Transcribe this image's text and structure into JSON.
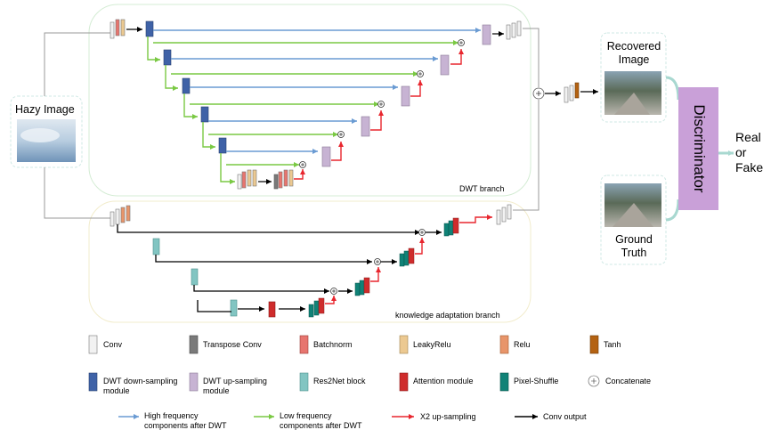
{
  "input": {
    "label": "Hazy Image"
  },
  "branches": {
    "dwt": "DWT branch",
    "knowledge": "knowledge adaptation branch"
  },
  "outputs": {
    "recovered": "Recovered\nImage",
    "ground_truth": "Ground\nTruth",
    "discriminator": "Discriminator",
    "verdict": "Real\nor\nFake"
  },
  "legend": {
    "blocks": [
      {
        "label": "Conv",
        "color": "#f2f2f2"
      },
      {
        "label": "Transpose Conv",
        "color": "#7a7a7a"
      },
      {
        "label": "Batchnorm",
        "color": "#e7756f"
      },
      {
        "label": "LeakyRelu",
        "color": "#ecc991"
      },
      {
        "label": "Relu",
        "color": "#e8956a"
      },
      {
        "label": "Tanh",
        "color": "#b46212"
      },
      {
        "label": "DWT down-sampling\nmodule",
        "color": "#3f62a7"
      },
      {
        "label": "DWT up-sampling\nmodule",
        "color": "#c7b3d3"
      },
      {
        "label": "Res2Net block",
        "color": "#82c5c2"
      },
      {
        "label": "Attention module",
        "color": "#cf2c2c"
      },
      {
        "label": "Pixel-Shuffle",
        "color": "#108277"
      },
      {
        "label": "Concatenate",
        "color": "#ffffff"
      }
    ],
    "arrows": [
      {
        "label": "High frequency\ncomponents after DWT",
        "color": "#6a9bd3"
      },
      {
        "label": "Low frequency\ncomponents after DWT",
        "color": "#7ac943"
      },
      {
        "label": "X2 up-sampling",
        "color": "#e8262e"
      },
      {
        "label": "Conv output",
        "color": "#000000"
      }
    ]
  }
}
